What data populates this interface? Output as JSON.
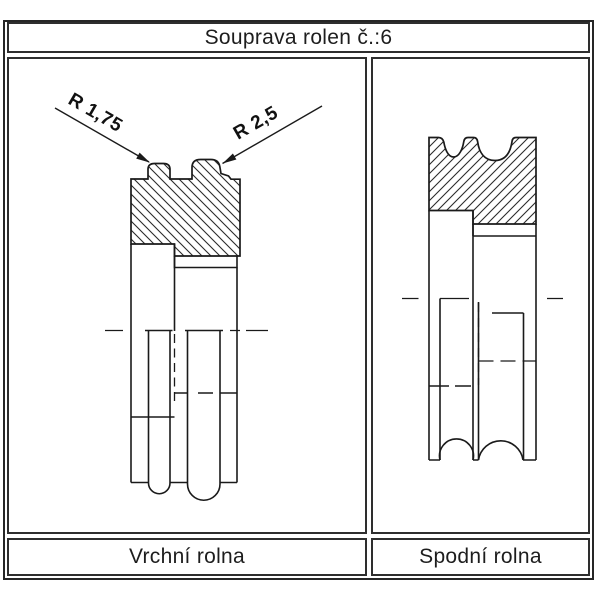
{
  "title": "Souprava rolen č.:6",
  "panels": {
    "left": {
      "caption": "Vrchní rolna"
    },
    "right": {
      "caption": "Spodní rolna"
    }
  },
  "annotations": {
    "r1": "R 1,75",
    "r2": "R 2,5"
  },
  "colors": {
    "line": "#1a1a1a",
    "border": "#2e2e2e",
    "background": "#ffffff"
  }
}
